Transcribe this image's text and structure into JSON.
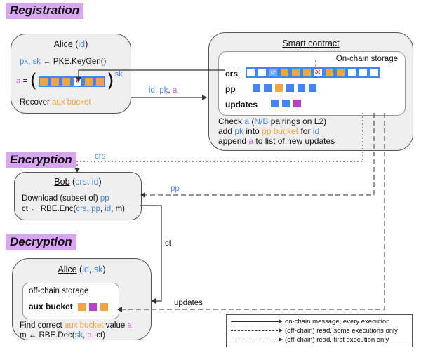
{
  "titles": {
    "registration": "Registration",
    "encryption": "Encryption",
    "decryption": "Decryption"
  },
  "colors": {
    "highlight_purple": "#d9a6f3",
    "blue_text": "#4a86e8",
    "blue_square": "#4285f4",
    "orange": "#f5a33c",
    "magenta_square": "#bb3fc9",
    "magenta_text": "#c95fe0",
    "red_x": "#dd2222",
    "box_gray": "#efefef"
  },
  "registration": {
    "alice": {
      "title": [
        "Alice",
        " (",
        "id",
        ")"
      ],
      "keygen": [
        "pk, sk",
        " ← PKE.KeyGen()"
      ],
      "a_eq": [
        "a",
        " = "
      ],
      "paren_open": "(",
      "paren_close": ")",
      "sk_sup": "sk",
      "bucket": [
        "orange",
        "orange",
        "orange",
        "x",
        "orange",
        "orange"
      ],
      "recover": [
        "Recover ",
        "aux bucket"
      ]
    },
    "arrow_label": [
      "id",
      ", ",
      "pk",
      ", ",
      "a"
    ]
  },
  "smart_contract": {
    "title": "Smart contract",
    "storage_label": "On-chain storage",
    "crs_label": "crs",
    "crs_bar": [
      "white",
      "white",
      "id*",
      "orange",
      "orange",
      "orange",
      "x",
      "orange",
      "orange",
      "white",
      "white",
      "white"
    ],
    "pp_label": "pp",
    "pp_squares": [
      "blue",
      "blue",
      "orange",
      "blue",
      "blue",
      "blue"
    ],
    "updates_label": "updates",
    "updates_squares": [
      "blue",
      "blue",
      "magenta"
    ],
    "check_line": [
      "Check ",
      "a",
      " (",
      "N/B",
      " pairings on L2)"
    ],
    "add_line": [
      "add ",
      "pk",
      " into ",
      "pp bucket",
      " for ",
      "id"
    ],
    "append_line": [
      "append ",
      "a",
      " to list of new updates"
    ]
  },
  "encryption": {
    "crs_arrow_label": "crs",
    "pp_arrow_label": "pp",
    "bob": {
      "title": [
        "Bob",
        " (",
        "crs",
        ", ",
        "id",
        ")"
      ],
      "download": [
        "Download (subset of) ",
        "pp"
      ],
      "enc": [
        "ct ← RBE.Enc(",
        "crs",
        ", ",
        "pp",
        ", ",
        "id",
        ", m)"
      ]
    }
  },
  "decryption": {
    "ct_arrow_label": "ct",
    "updates_arrow_label": "updates",
    "alice": {
      "title": [
        "Alice",
        " (",
        "id",
        ", ",
        "sk",
        ")"
      ],
      "offchain_label": "off-chain storage",
      "aux_label": "aux bucket",
      "aux_squares": [
        "orange",
        "magenta",
        "orange"
      ],
      "find": [
        "Find correct ",
        "aux bucket",
        " value ",
        "a"
      ],
      "dec": [
        "m ← RBE.Dec(",
        "sk",
        ", ",
        "a",
        ", ct)"
      ]
    }
  },
  "legend": {
    "items": [
      {
        "style": "solid",
        "label": "on-chain message, every execution"
      },
      {
        "style": "dashed",
        "label": "(off-chain) read, some executions only"
      },
      {
        "style": "dotted",
        "label": "(off-chain) read, first execution only"
      }
    ]
  }
}
